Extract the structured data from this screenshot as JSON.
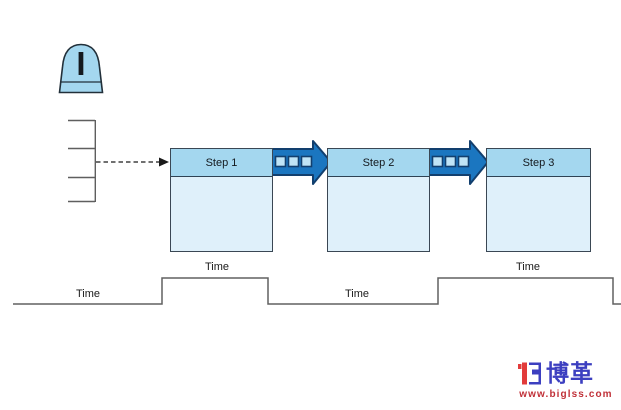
{
  "inventory": {
    "label": "I"
  },
  "steps": [
    {
      "label": "Step 1"
    },
    {
      "label": "Step 2"
    },
    {
      "label": "Step 3"
    }
  ],
  "timeline": {
    "labels": [
      "Time",
      "Time",
      "Time",
      "Time"
    ]
  },
  "watermark": {
    "brand": "博革",
    "url": "www.biglss.com"
  },
  "colors": {
    "shape_header_fill": "#a4d7ef",
    "shape_body_fill": "#dff0fa",
    "shape_outline": "#3a4754",
    "push_arrow_fill": "#1b76c0",
    "push_arrow_outline": "#123f6e",
    "push_arrow_square_fill": "#bfe4f6",
    "line_gray": "#606060",
    "text_dark": "#1a1a1a",
    "brand_blue": "#3c3fc0",
    "brand_red": "#e23b3b",
    "url_red": "#c03038"
  }
}
